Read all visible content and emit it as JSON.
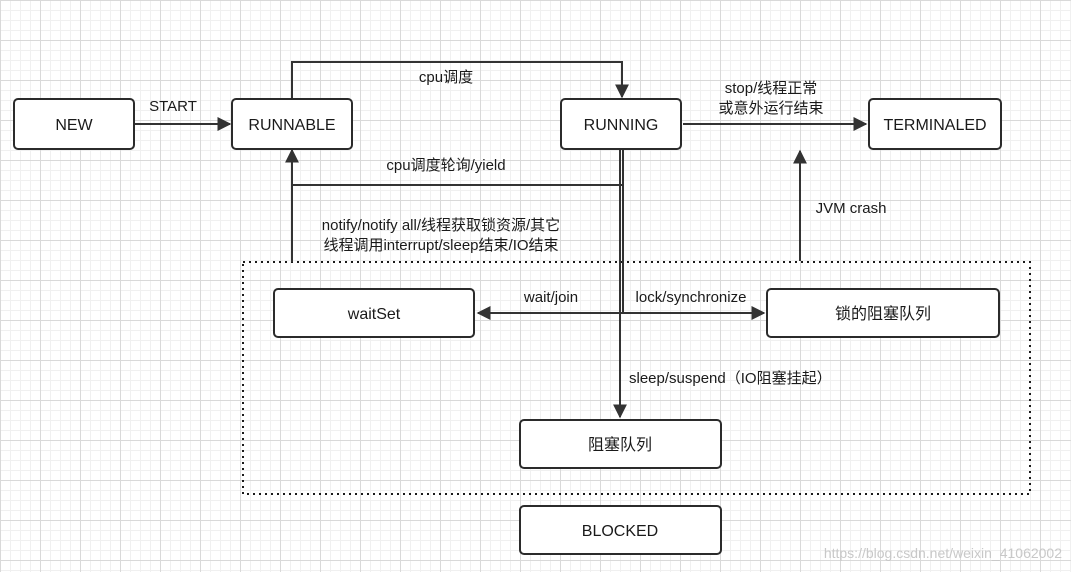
{
  "nodes": {
    "new": "NEW",
    "runnable": "RUNNABLE",
    "running": "RUNNING",
    "terminated": "TERMINALED",
    "wait_set": "waitSet",
    "lock_queue": "锁的阻塞队列",
    "blocked_queue": "阻塞队列",
    "blocked": "BLOCKED"
  },
  "edges": {
    "start": "START",
    "cpu_schedule": "cpu调度",
    "stop_line1": "stop/线程正常",
    "stop_line2": "或意外运行结束",
    "yield": "cpu调度轮询/yield",
    "jvm_crash": "JVM crash",
    "notify_line1": "notify/notify all/线程获取锁资源/其它",
    "notify_line2": "线程调用interrupt/sleep结束/IO结束",
    "wait_join": "wait/join",
    "lock_sync": "lock/synchronize",
    "sleep_suspend": "sleep/suspend（IO阻塞挂起）"
  },
  "watermark": "https://blog.csdn.net/weixin_41062002"
}
